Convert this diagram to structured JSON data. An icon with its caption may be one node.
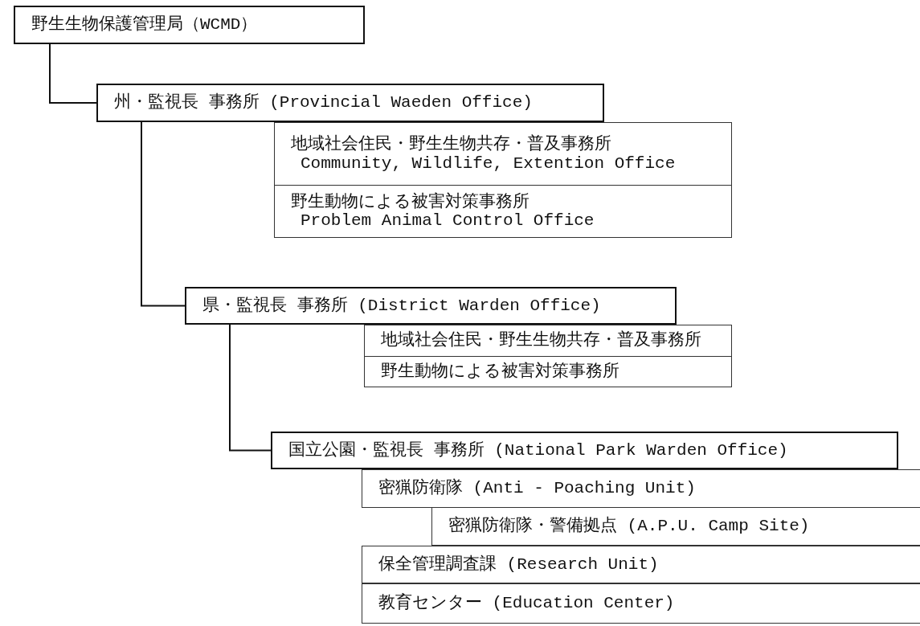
{
  "diagram": {
    "nodes": [
      {
        "text": [
          "野生生物保護管理局（WCMD）"
        ]
      },
      {
        "text": [
          "州・監視長 事務所 (Provincial Waeden Office)"
        ]
      },
      {
        "text": [
          "地域社会住民・野生生物共存・普及事務所",
          "Community, Wildlife, Extention Office"
        ]
      },
      {
        "text": [
          "野生動物による被害対策事務所",
          "Problem Animal Control Office"
        ]
      },
      {
        "text": [
          "県・監視長 事務所 (District Warden Office)"
        ]
      },
      {
        "text": [
          "地域社会住民・野生生物共存・普及事務所"
        ]
      },
      {
        "text": [
          "野生動物による被害対策事務所"
        ]
      },
      {
        "text": [
          "国立公園・監視長 事務所 (National Park Warden Office)"
        ]
      },
      {
        "text": [
          "密猟防衛隊 (Anti - Poaching Unit)"
        ]
      },
      {
        "text": [
          "密猟防衛隊・警備拠点 (A.P.U. Camp Site)"
        ]
      },
      {
        "text": [
          "保全管理調査課 (Research Unit)"
        ]
      },
      {
        "text": [
          "教育センター (Education Center)"
        ]
      }
    ],
    "edges": [
      {
        "from": 0,
        "to": 1,
        "arrow": "none"
      },
      {
        "from": 1,
        "to": 4,
        "arrow": "none"
      },
      {
        "from": 4,
        "to": 7,
        "arrow": "none"
      }
    ]
  }
}
